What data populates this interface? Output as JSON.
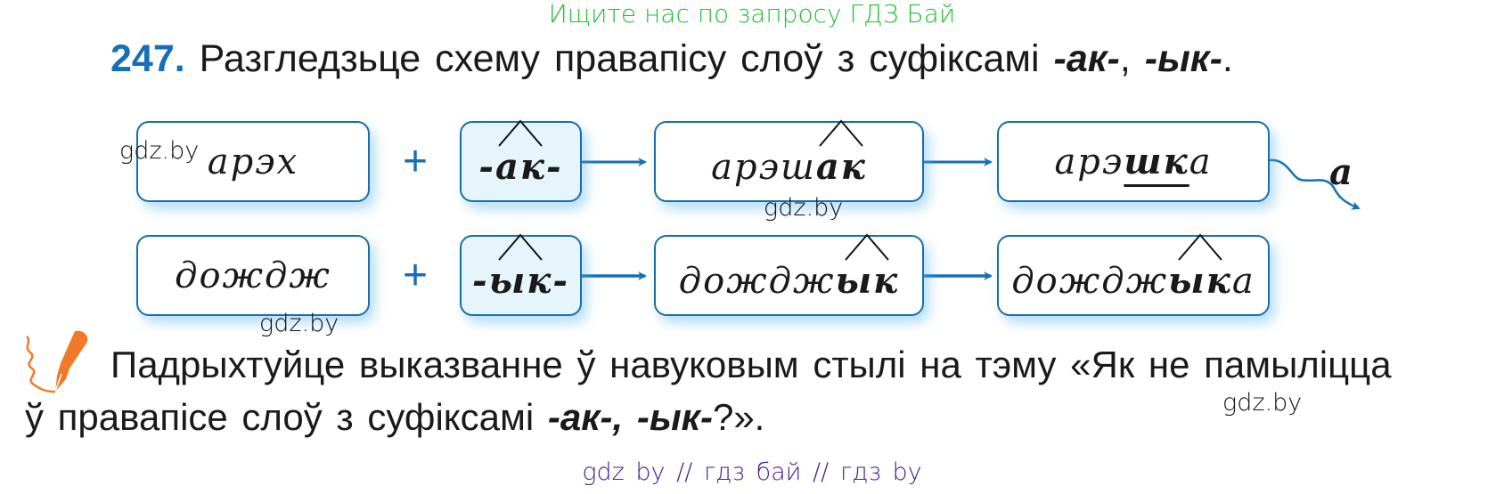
{
  "banner": {
    "text": "Ищите нас по запросу ГДЗ Бай",
    "color": "#22c032"
  },
  "exercise": {
    "number": "247.",
    "title_text": "Разгледзьце схему правапісу слоў з суфіксамі ",
    "suffix_ak": "-ак-",
    "comma": ", ",
    "suffix_yk": "-ык-",
    "period": "."
  },
  "scheme": {
    "rows": [
      {
        "root": "арэх",
        "plus": "+",
        "suffix": "-ак-",
        "step1_base": "арэш",
        "step1_suffix": "ак",
        "step2_pre": "арэ",
        "step2_underlined": "шк",
        "step2_post": "а",
        "ending_label": "а"
      },
      {
        "root": "дождж",
        "plus": "+",
        "suffix": "-ык-",
        "step1_base": "дождж",
        "step1_suffix": "ык",
        "step2_base": "дождж",
        "step2_suffix": "ык",
        "step2_post": "а"
      }
    ]
  },
  "task": {
    "line1": "Падрыхтуйце выказванне ў навуковым стылі на тэму «Як не памыліцца",
    "line2_start": "ў правапісе слоў з суфіксамі ",
    "line2_ak": "-ак-",
    "line2_comma": ", ",
    "line2_yk": "-ык-",
    "line2_end": "?».",
    "icon": "pen-writing-icon",
    "icon_color": "#f07a28"
  },
  "watermarks": [
    "gdz.by",
    "gdz.by",
    "gdz.by",
    "gdz.by"
  ],
  "footer": {
    "text": "gdz by  //  гдз бай  //  гдз by",
    "color": "#4a1b8a"
  },
  "colors": {
    "accent_blue": "#1570b8",
    "box_border": "#1a6fa8",
    "suffix_fill": "#e6f4fc"
  }
}
